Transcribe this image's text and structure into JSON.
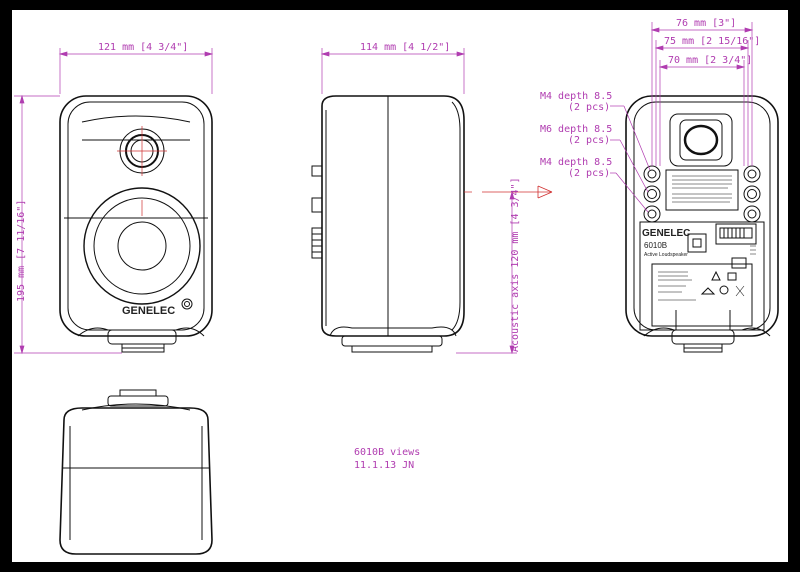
{
  "colors": {
    "dimension": "#b03cb0",
    "line": "#111111",
    "background": "#ffffff",
    "axis": "#d03030"
  },
  "dimensions": {
    "front_width": "121 mm [4 3/4\"]",
    "side_depth": "114 mm [4 1/2\"]",
    "height": "195 mm [7 11/16\"]",
    "acoustic_axis": "Acoustic axis 120 mm [4 3/4\"]",
    "rear_76": "76 mm [3\"]",
    "rear_75": "75 mm [2 15/16\"]",
    "rear_70": "70 mm [2 3/4\"]"
  },
  "threads": [
    {
      "spec": "M4 depth 8.5",
      "qty": "(2 pcs)"
    },
    {
      "spec": "M6 depth 8.5",
      "qty": "(2 pcs)"
    },
    {
      "spec": "M4 depth 8.5",
      "qty": "(2 pcs)"
    }
  ],
  "branding": {
    "logo_front": "GENELEC",
    "logo_rear": "GENELEC",
    "model": "6010B",
    "model_sub": "Active Loudspeaker"
  },
  "title_block": {
    "line1": "6010B views",
    "line2": "11.1.13 JN"
  }
}
